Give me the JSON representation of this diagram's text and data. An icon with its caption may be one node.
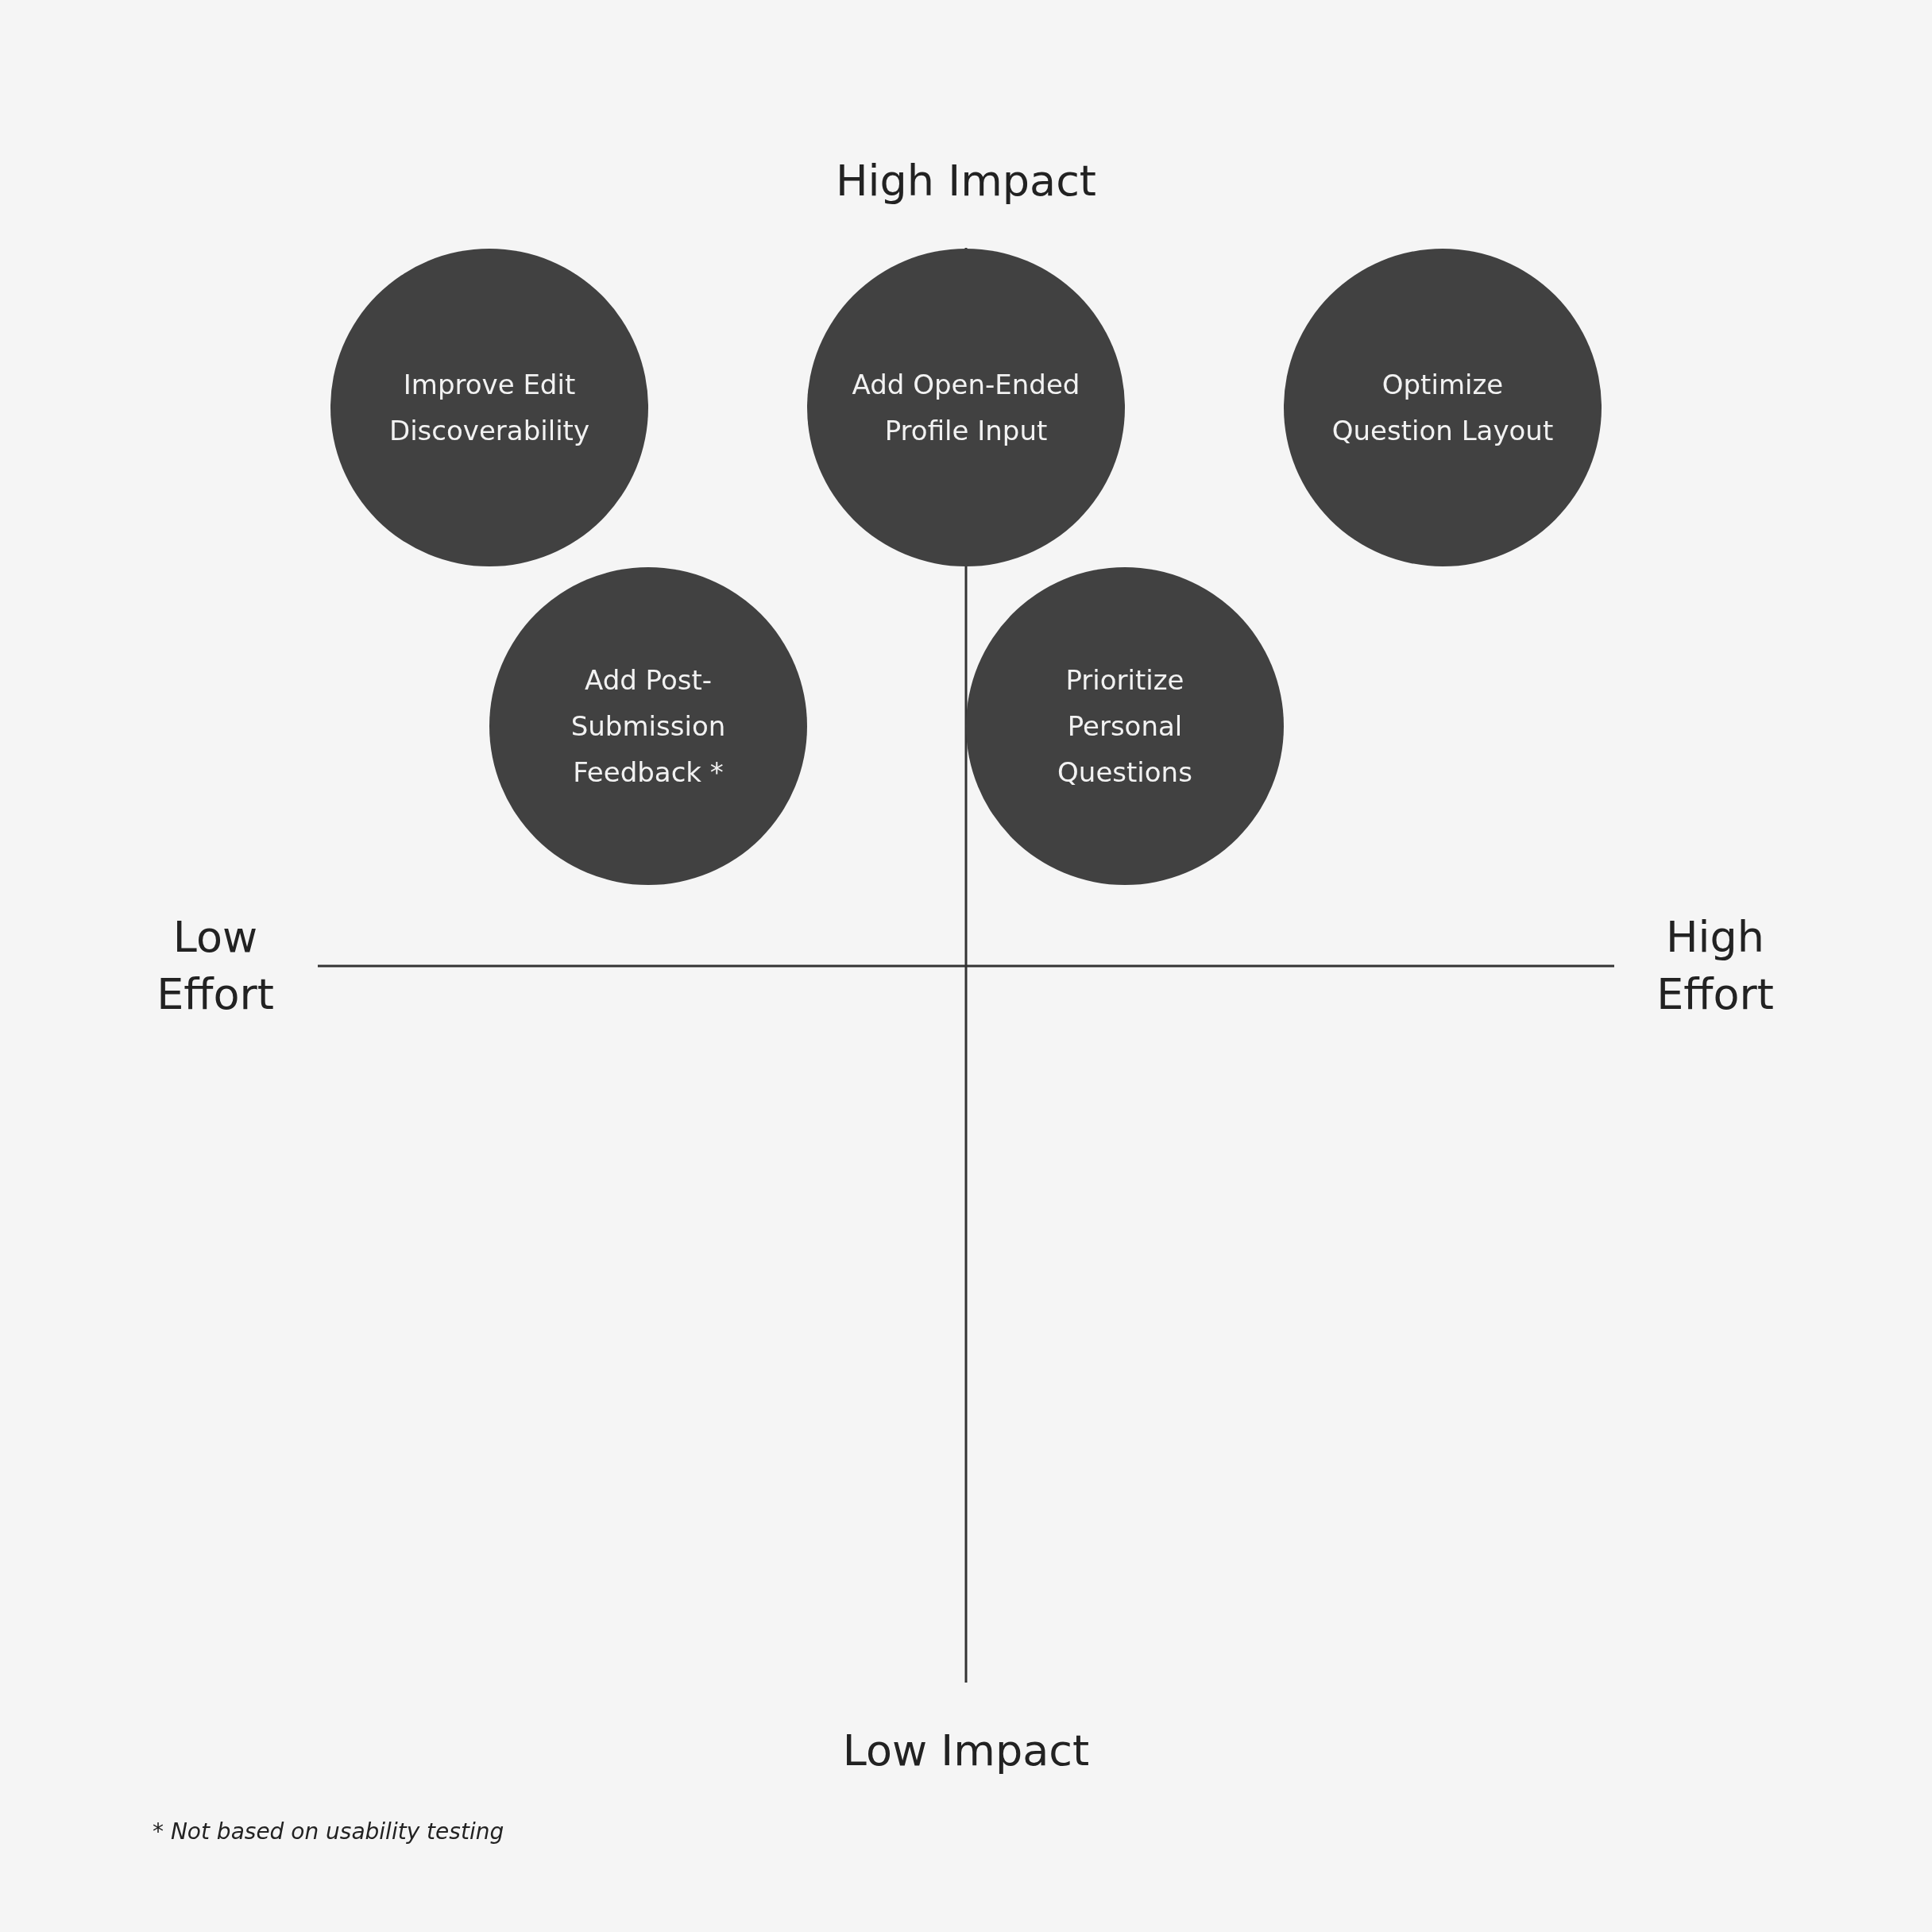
{
  "diagram": {
    "nodes": [
      {
        "text": [
          "Improve Edit Discoverability"
        ]
      },
      {
        "text": [
          "Add Open-Ended Profile Input"
        ]
      },
      {
        "text": [
          "Optimize Question Layout"
        ]
      },
      {
        "text": [
          "Add Post-Submission Feedback *"
        ]
      },
      {
        "text": [
          "Prioritize Personal Questions"
        ]
      }
    ],
    "edges": [],
    "labels": [
      "High Impact",
      "Low Effort",
      "High Effort",
      "Low Impact",
      "* Not based on usability testing"
    ]
  }
}
